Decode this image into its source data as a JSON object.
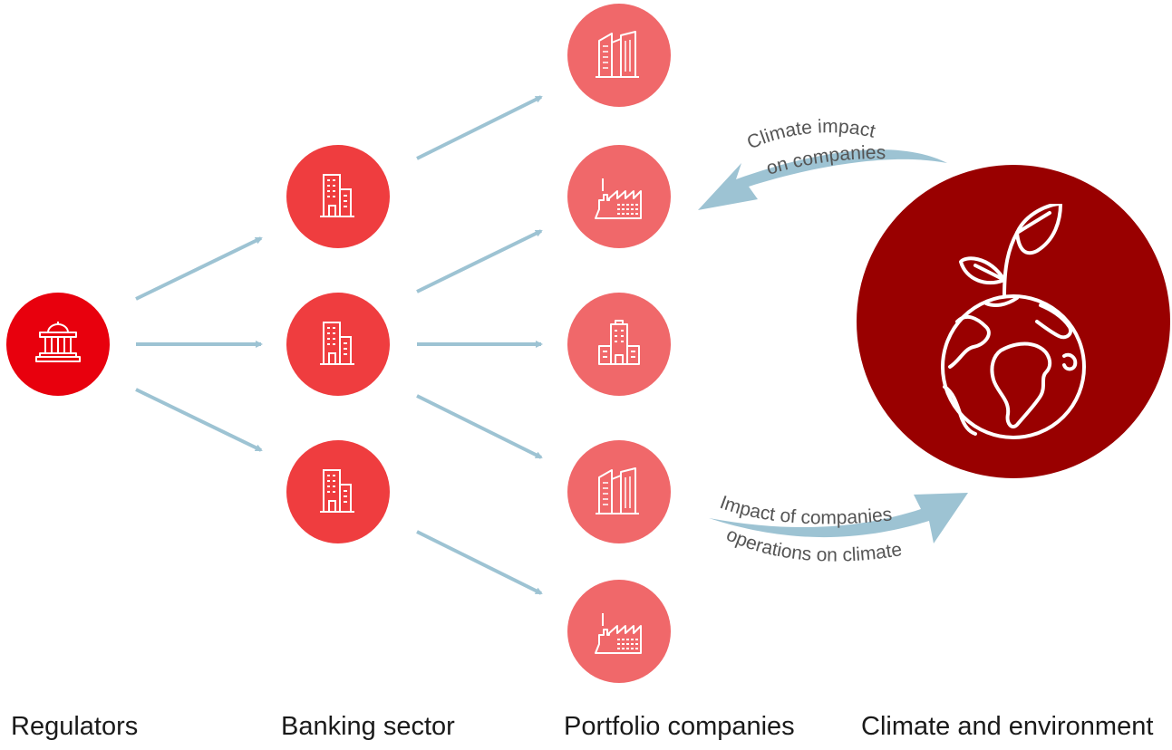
{
  "columns": {
    "regulators": "Regulators",
    "banking": "Banking sector",
    "portfolio": "Portfolio companies",
    "climate": "Climate and environment"
  },
  "flows": {
    "climate_on_companies": [
      "Climate impact",
      "on companies"
    ],
    "companies_on_climate": [
      "Impact of companies",
      "operations on climate"
    ]
  },
  "nodes": {
    "regulator_icon": "regulator-building-icon",
    "bank_icon": "office-building-icon",
    "portfolio_icons": [
      "office-towers-icon",
      "factory-icon",
      "city-buildings-icon",
      "office-towers-icon",
      "factory-icon"
    ],
    "climate_icon": "globe-with-sprout-icon"
  },
  "colors": {
    "regulator": "#e8000d",
    "bank": "#ef3d3f",
    "portfolio": "#f0686a",
    "climate": "#990000",
    "arrow": "#9dc3d3",
    "text": "#1a1a1a",
    "flow_text": "#555555"
  }
}
